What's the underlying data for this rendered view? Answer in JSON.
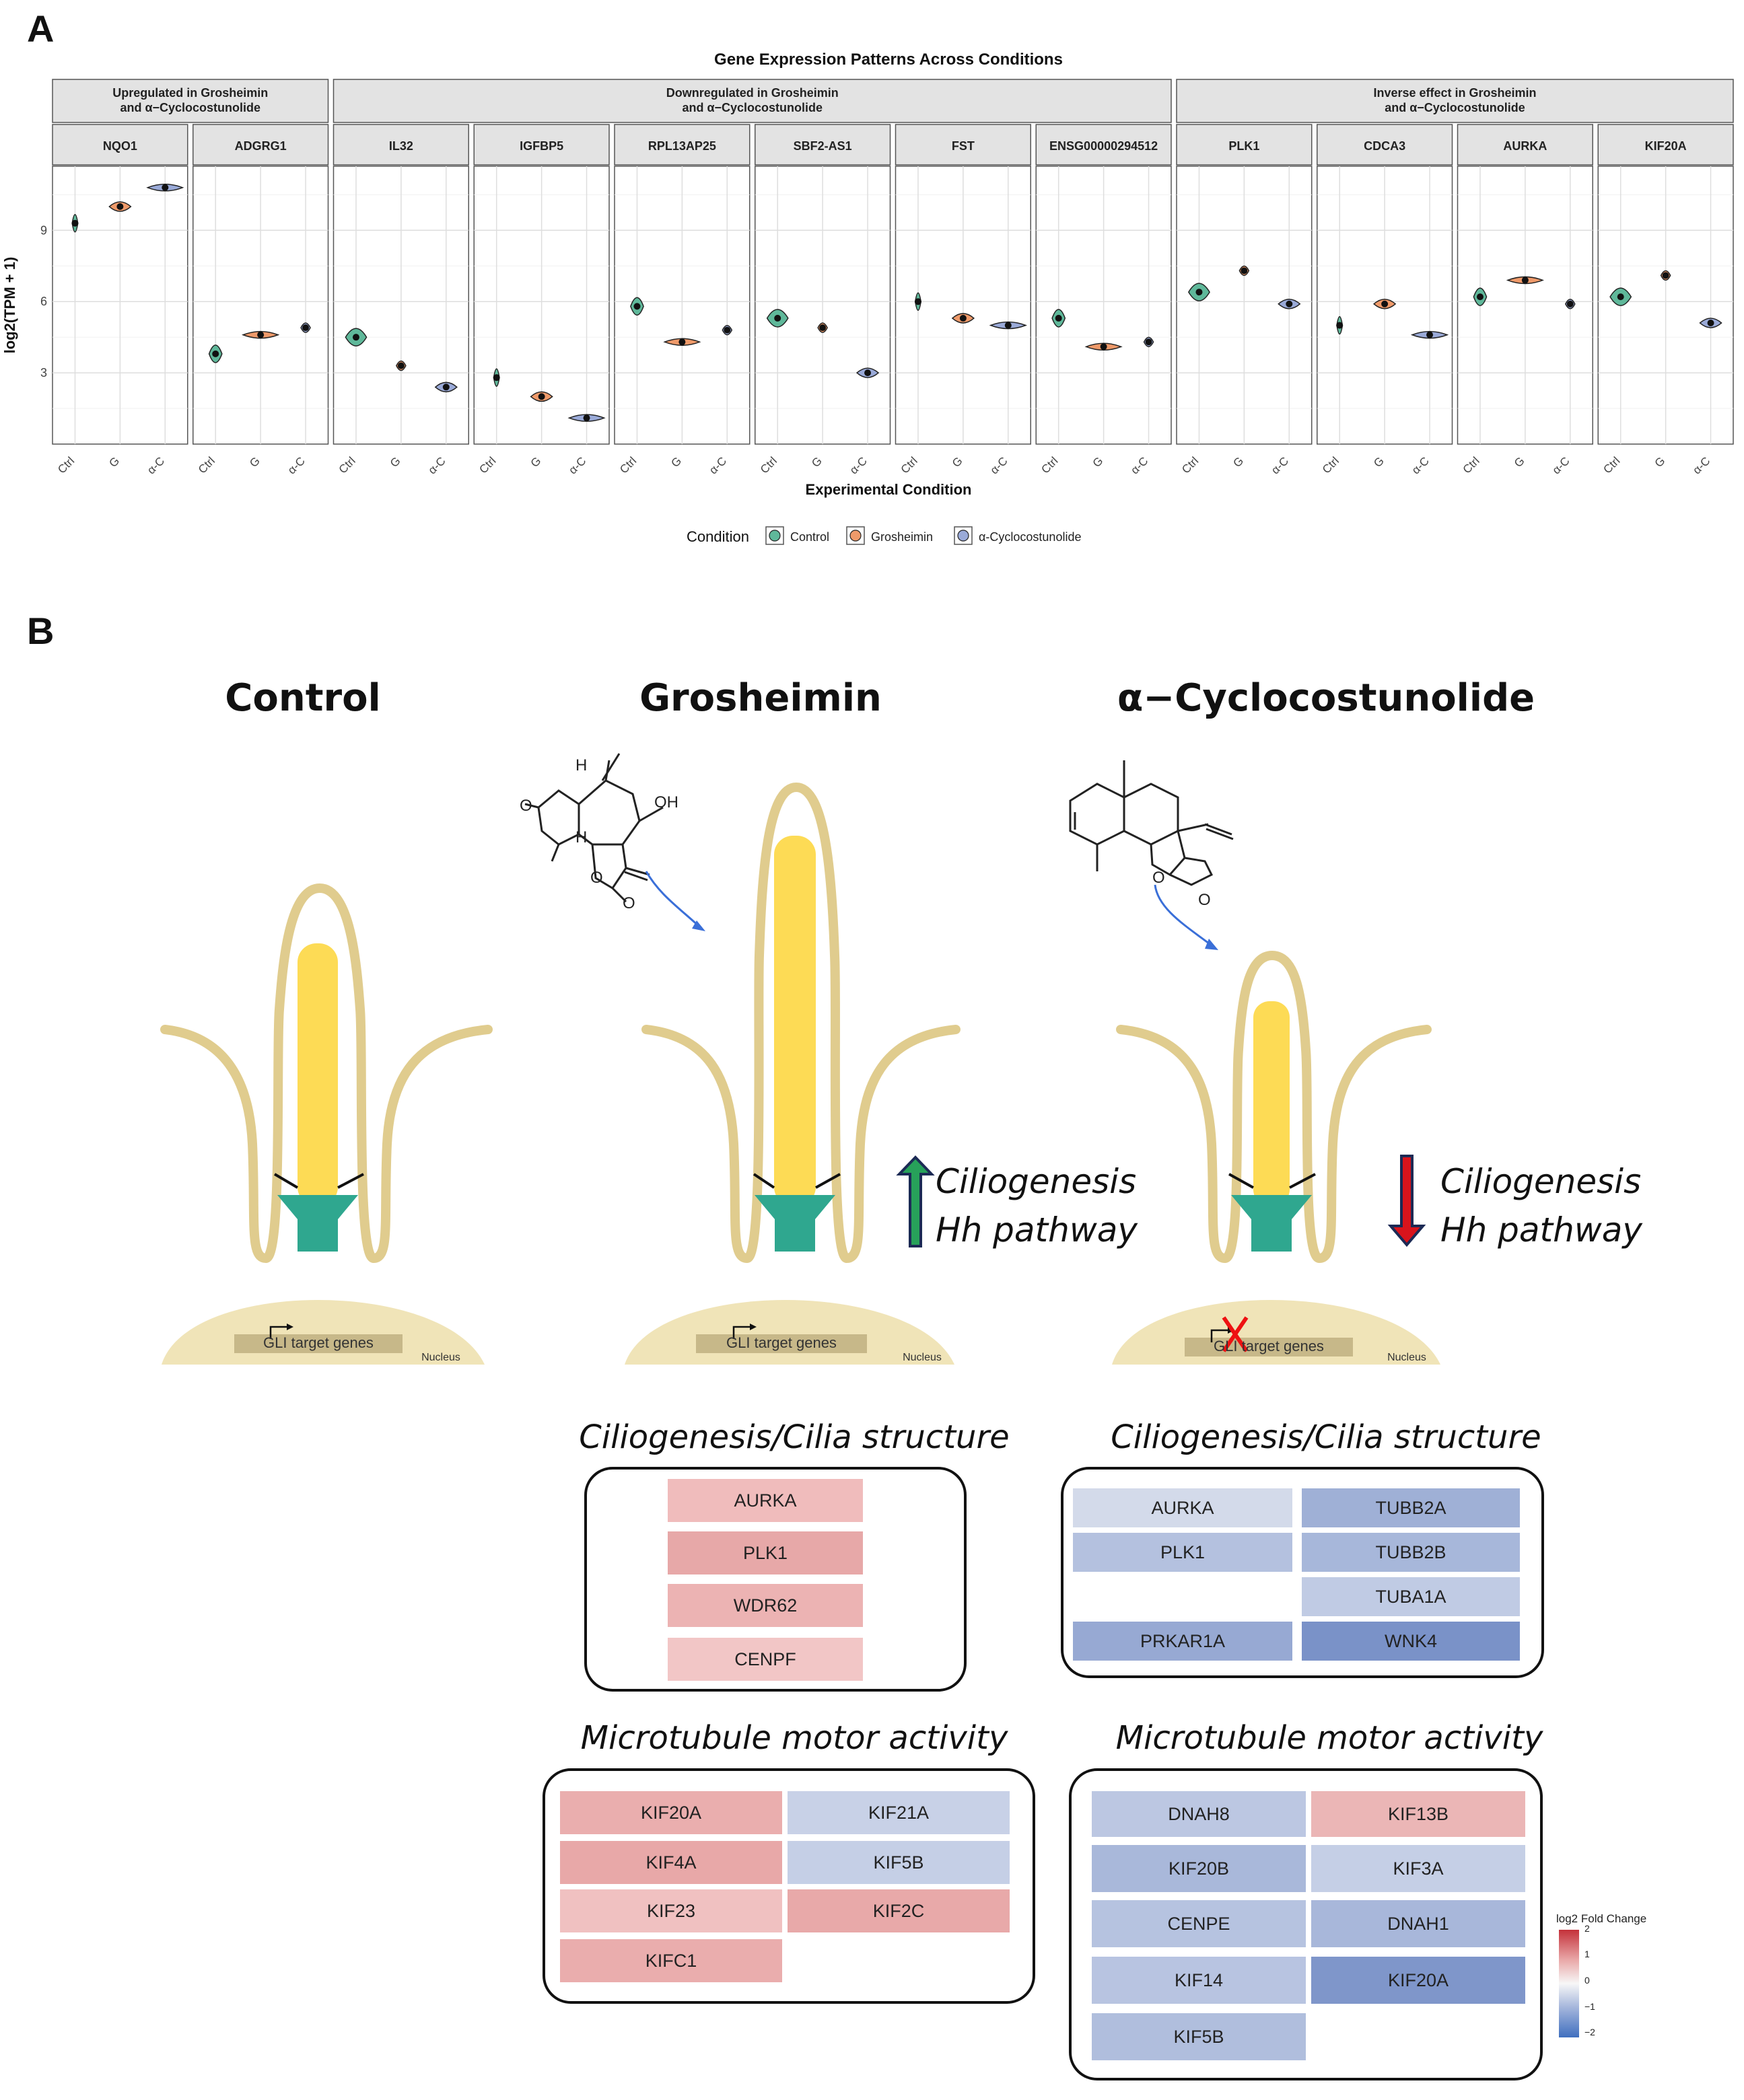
{
  "panelA": {
    "letter": "A",
    "chart_data": {
      "type": "violin",
      "title": "Gene Expression Patterns Across Conditions",
      "xlabel": "Experimental Condition",
      "ylabel": "log2(TPM + 1)",
      "ylim": [
        0,
        11.7
      ],
      "yticks": [
        "3",
        "6",
        "9"
      ],
      "categories": [
        "Ctrl",
        "G",
        "α-C"
      ],
      "colors": {
        "Control": "#5fb89a",
        "Grosheimin": "#ef9a6a",
        "α-Cyclocostunolide": "#9aaad8"
      },
      "legend": {
        "title": "Condition",
        "labels": [
          "Control",
          "Grosheimin",
          "α-Cyclocostunolide"
        ],
        "placement": "bottom"
      },
      "groups": [
        {
          "label_line1": "Upregulated in Grosheimin",
          "label_line2": "and α−Cyclocostunolide",
          "genes": [
            "NQO1",
            "ADGRG1"
          ]
        },
        {
          "label_line1": "Downregulated in Grosheimin",
          "label_line2": "and α−Cyclocostunolide",
          "genes": [
            "IL32",
            "IGFBP5",
            "RPL13AP25",
            "SBF2-AS1",
            "FST",
            "ENSG00000294512"
          ]
        },
        {
          "label_line1": "Inverse effect in Grosheimin",
          "label_line2": "and α−Cyclocostunolide",
          "genes": [
            "PLK1",
            "CDCA3",
            "AURKA",
            "KIF20A"
          ]
        }
      ],
      "series": [
        {
          "gene": "NQO1",
          "values": [
            9.3,
            10.0,
            10.8
          ]
        },
        {
          "gene": "ADGRG1",
          "values": [
            3.8,
            4.6,
            4.9
          ]
        },
        {
          "gene": "IL32",
          "values": [
            4.5,
            3.3,
            2.4
          ]
        },
        {
          "gene": "IGFBP5",
          "values": [
            2.8,
            2.0,
            1.1
          ]
        },
        {
          "gene": "RPL13AP25",
          "values": [
            5.8,
            4.3,
            4.8
          ]
        },
        {
          "gene": "SBF2-AS1",
          "values": [
            5.3,
            4.9,
            3.0
          ]
        },
        {
          "gene": "FST",
          "values": [
            6.0,
            5.3,
            5.0
          ]
        },
        {
          "gene": "ENSG00000294512",
          "values": [
            5.3,
            4.1,
            4.3
          ]
        },
        {
          "gene": "PLK1",
          "values": [
            6.4,
            7.3,
            5.9
          ]
        },
        {
          "gene": "CDCA3",
          "values": [
            5.0,
            5.9,
            4.6
          ]
        },
        {
          "gene": "AURKA",
          "values": [
            6.2,
            6.9,
            5.9
          ]
        },
        {
          "gene": "KIF20A",
          "values": [
            6.2,
            7.1,
            5.1
          ]
        }
      ]
    }
  },
  "panelB": {
    "letter": "B",
    "conditions": {
      "control": "Control",
      "grosheimin": "Grosheimin",
      "cyclo": "α−Cyclocostunolide"
    },
    "nucleus_label": "Nucleus",
    "gli_label": "GLI target genes",
    "effect_line1": "Ciliogenesis",
    "effect_line2": "Hh pathway",
    "molecule_labels": {
      "h": "H",
      "oh": "OH",
      "o": "O"
    },
    "section_titles": {
      "cilia": "Ciliogenesis/Cilia structure",
      "motor": "Microtubule motor activity"
    },
    "grosheimin_cilia": [
      {
        "name": "AURKA",
        "color": "#f0bcbc"
      },
      {
        "name": "PLK1",
        "color": "#e7a8a8"
      },
      {
        "name": "WDR62",
        "color": "#ecb3b3"
      },
      {
        "name": "CENPF",
        "color": "#f2c6c6"
      }
    ],
    "cyclo_cilia": [
      {
        "name": "AURKA",
        "color": "#d3daea"
      },
      {
        "name": "TUBB2A",
        "color": "#9fb0d6"
      },
      {
        "name": "PLK1",
        "color": "#b4c1df"
      },
      {
        "name": "TUBB2B",
        "color": "#a7b7da"
      },
      {
        "name": "TUBA1A",
        "color": "#c0cbe4"
      },
      {
        "name": "PRKAR1A",
        "color": "#97a9d3"
      },
      {
        "name": "WNK4",
        "color": "#7a92c8"
      }
    ],
    "grosheimin_motor": [
      {
        "name": "KIF20A",
        "color": "#eaaeae"
      },
      {
        "name": "KIF21A",
        "color": "#c8d1e7"
      },
      {
        "name": "KIF4A",
        "color": "#e8a8a8"
      },
      {
        "name": "KIF5B",
        "color": "#c5cfe6"
      },
      {
        "name": "KIF23",
        "color": "#f0c1c1"
      },
      {
        "name": "KIF2C",
        "color": "#e8a9a9"
      },
      {
        "name": "KIFC1",
        "color": "#eaadad"
      }
    ],
    "cyclo_motor": [
      {
        "name": "DNAH8",
        "color": "#bcc7e2"
      },
      {
        "name": "KIF13B",
        "color": "#ebb6b6"
      },
      {
        "name": "KIF20B",
        "color": "#a9b8da"
      },
      {
        "name": "KIF3A",
        "color": "#c5cfe6"
      },
      {
        "name": "CENPE",
        "color": "#b6c3e0"
      },
      {
        "name": "DNAH1",
        "color": "#a8b7da"
      },
      {
        "name": "KIF14",
        "color": "#b8c4e1"
      },
      {
        "name": "KIF20A",
        "color": "#7f96ca"
      },
      {
        "name": "KIF5B",
        "color": "#b0bedd"
      }
    ],
    "colorbar": {
      "title": "log2 Fold Change",
      "ticks": [
        "2",
        "1",
        "0",
        "−1",
        "−2"
      ]
    }
  }
}
